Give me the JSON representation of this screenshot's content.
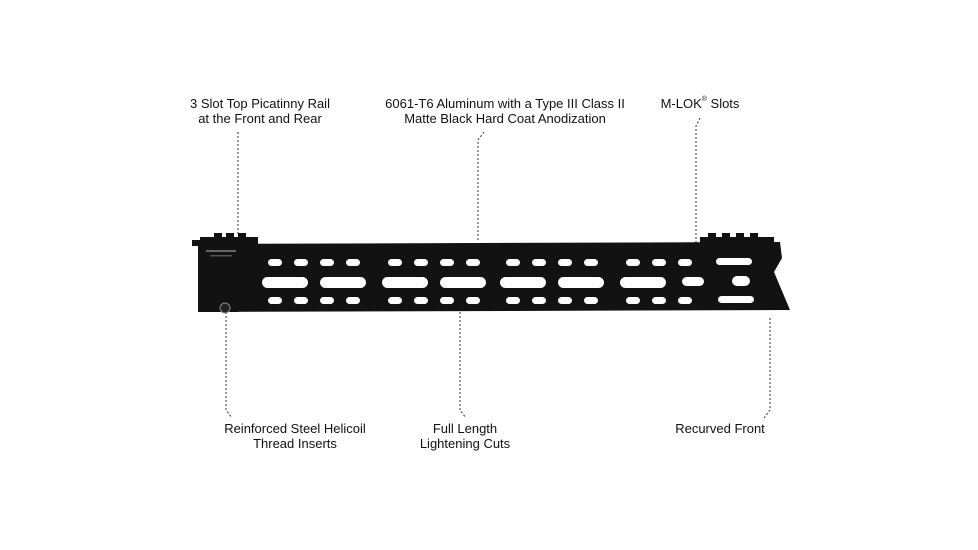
{
  "callouts": {
    "top_rail": {
      "line1": "3 Slot Top Picatinny Rail",
      "line2": "at the Front and Rear"
    },
    "aluminum": {
      "line1": "6061-T6 Aluminum with a Type III Class II",
      "line2": "Matte Black Hard Coat Anodization"
    },
    "mlok": {
      "text": "M-LOK",
      "mark": "®",
      "suffix": " Slots"
    },
    "helicoil": {
      "line1": "Reinforced Steel Helicoil",
      "line2": "Thread Inserts"
    },
    "lightening": {
      "line1": "Full Length",
      "line2": "Lightening Cuts"
    },
    "recurved": {
      "line1": "Recurved Front"
    }
  },
  "colors": {
    "handguard": "#121212",
    "slot": "#ffffff",
    "leader_line": "#333333",
    "text": "#111111"
  }
}
